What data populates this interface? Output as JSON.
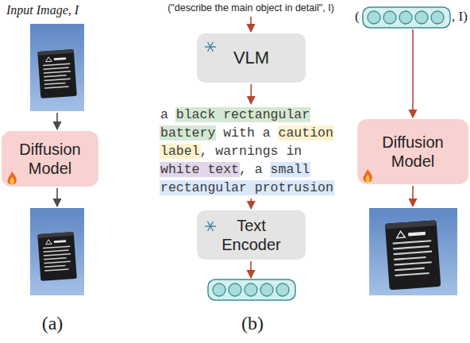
{
  "diagram": {
    "nodes": [
      {
        "text": [
          "Diffusion Model"
        ]
      },
      {
        "text": [
          "VLM"
        ]
      },
      {
        "text": [
          "a black rectangular battery with a caution label, warnings in white text, a small rectangular protrusion"
        ]
      },
      {
        "text": [
          "Text Encoder"
        ]
      },
      {
        "text": [
          "Diffusion Model"
        ]
      }
    ],
    "edges": [
      {
        "from": 1,
        "to": 2,
        "arrow": "to"
      },
      {
        "from": 2,
        "to": 3,
        "arrow": "to"
      }
    ],
    "labels": [
      "Input Image, I",
      "(\"describe the main object in detail\", I)",
      "(",
      ", I)",
      "(a)",
      "(b)"
    ]
  }
}
